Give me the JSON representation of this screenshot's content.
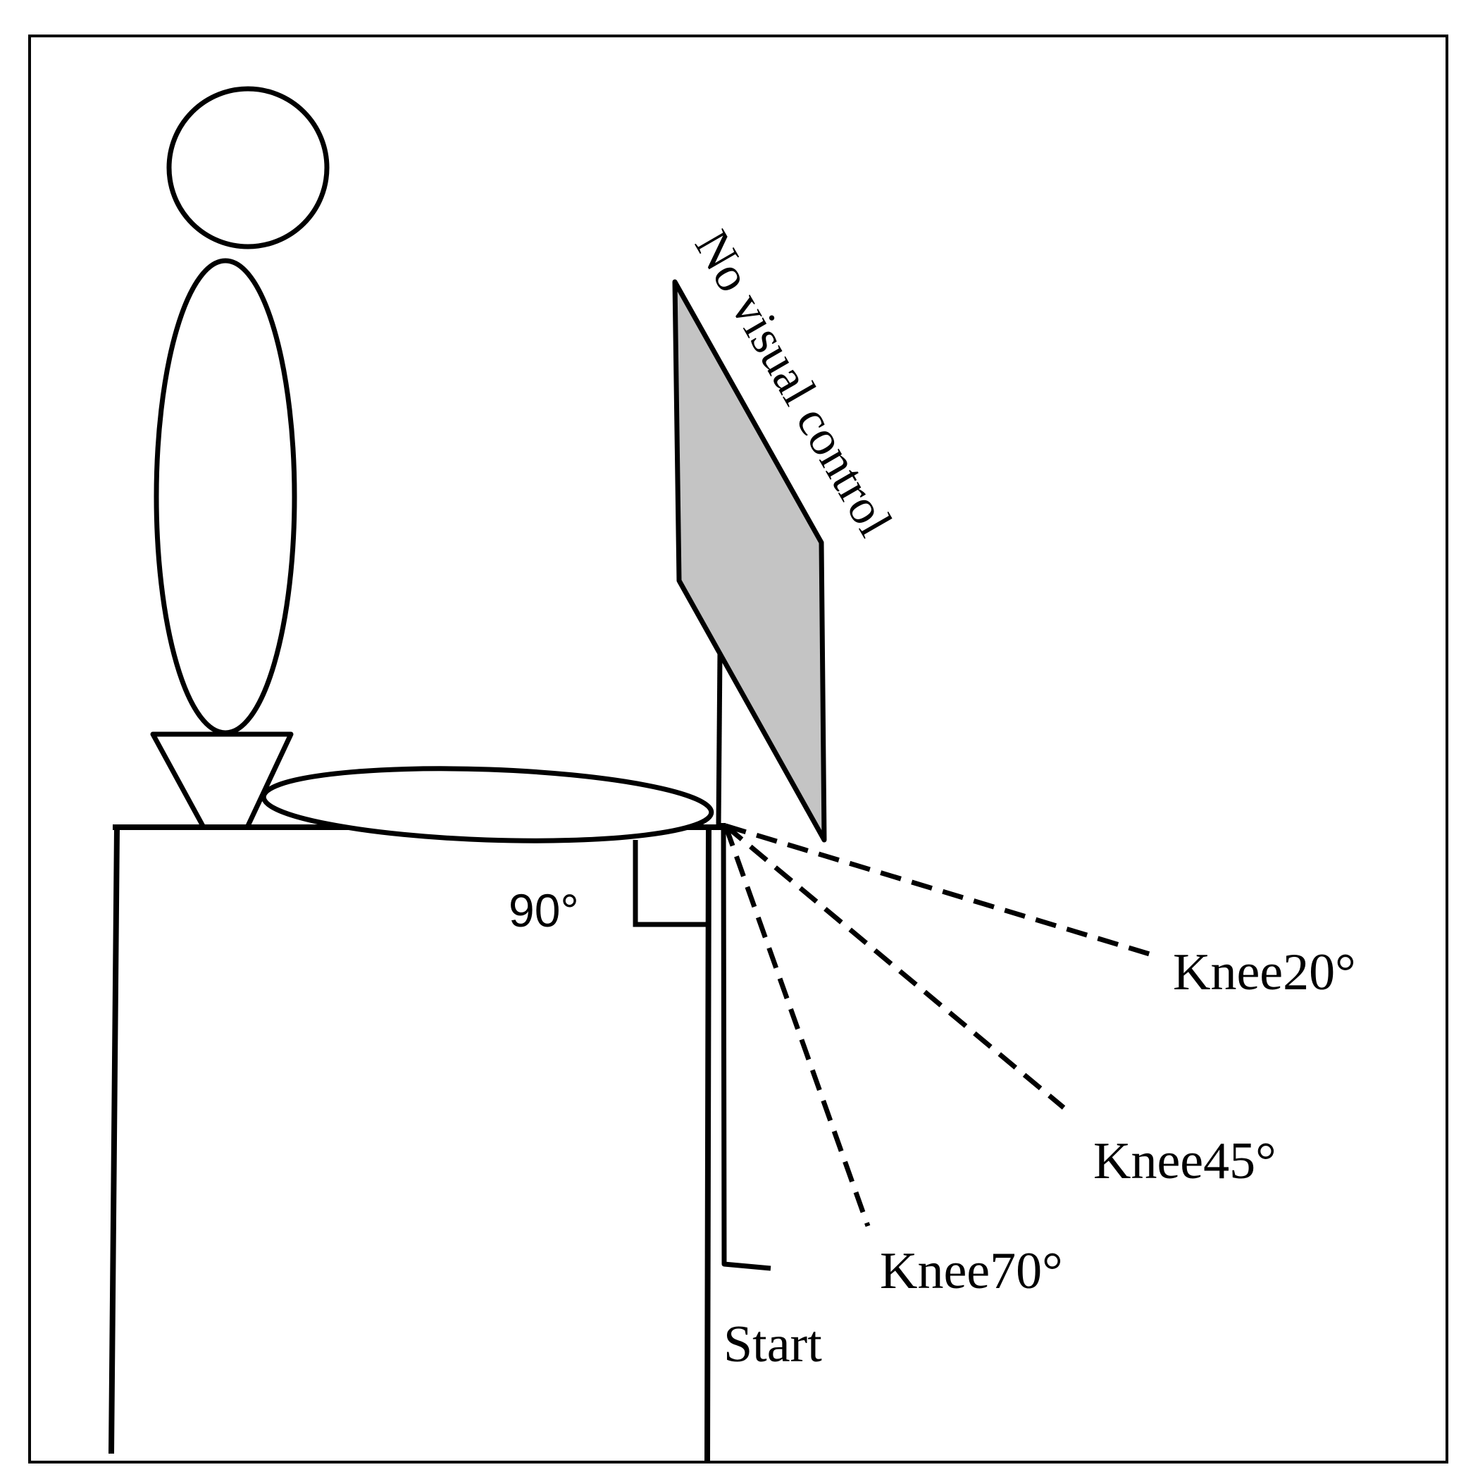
{
  "labels": {
    "screen": "No visual control",
    "right_angle": "90°",
    "knee20": "Knee20°",
    "knee45": "Knee45°",
    "knee70": "Knee70°",
    "start": "Start"
  },
  "colors": {
    "stroke": "#000000",
    "screen_fill": "#c4c4c4",
    "background": "#ffffff"
  }
}
